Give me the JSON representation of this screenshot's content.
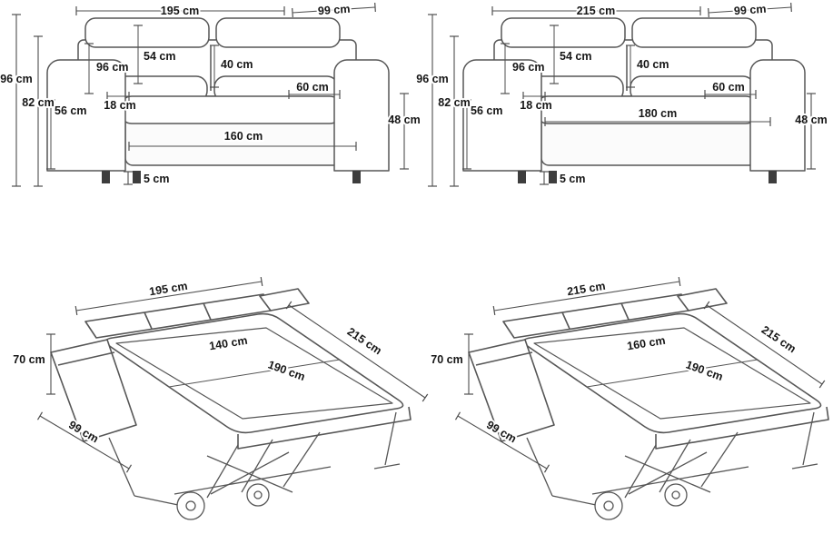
{
  "colors": {
    "background": "#ffffff",
    "line": "#565656",
    "dimension_line": "#4f4f4f",
    "text": "#161616"
  },
  "sofa_small": {
    "front_view": {
      "total_width": "195 cm",
      "total_depth": "99 cm",
      "total_height": "96 cm",
      "back_height": "82 cm",
      "backrest_height": "96 cm",
      "headrest_section": "54 cm",
      "back_cushion_height": "40 cm",
      "seat_cushion_depth": "60 cm",
      "armrest_height": "56 cm",
      "armrest_width": "18 cm",
      "seat_width": "160 cm",
      "seat_height": "48 cm",
      "leg_height": "5 cm"
    },
    "bed_view": {
      "unfolded_width": "195 cm",
      "unfolded_depth": "215 cm",
      "mattress_width": "140 cm",
      "mattress_length": "190 cm",
      "folded_arm_height": "70 cm",
      "arm_depth": "99 cm"
    }
  },
  "sofa_large": {
    "front_view": {
      "total_width": "215 cm",
      "total_depth": "99 cm",
      "total_height": "96 cm",
      "back_height": "82 cm",
      "backrest_height": "96 cm",
      "headrest_section": "54 cm",
      "back_cushion_height": "40 cm",
      "seat_cushion_depth": "60 cm",
      "armrest_height": "56 cm",
      "armrest_width": "18 cm",
      "seat_width": "180 cm",
      "seat_height": "48 cm",
      "leg_height": "5 cm"
    },
    "bed_view": {
      "unfolded_width": "215 cm",
      "unfolded_depth": "215 cm",
      "mattress_width": "160 cm",
      "mattress_length": "190 cm",
      "folded_arm_height": "70 cm",
      "arm_depth": "99 cm"
    }
  }
}
